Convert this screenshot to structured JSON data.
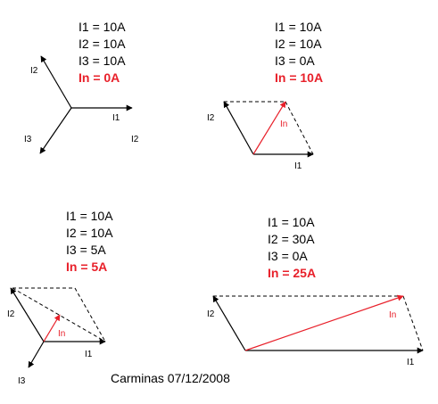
{
  "footer": "Carminas 07/12/2008",
  "colors": {
    "black": "#000000",
    "red": "#e8202a"
  },
  "diagrams": [
    {
      "id": "d1",
      "currents": [
        "I1 = 10A",
        "I2 = 10A",
        "I3 = 10A"
      ],
      "result": "In = 0A",
      "labels": {
        "I1": "I1",
        "I2": "I2",
        "I3": "I3",
        "I2_extra": "I2"
      }
    },
    {
      "id": "d2",
      "currents": [
        "I1 = 10A",
        "I2 = 10A",
        "I3 = 0A"
      ],
      "result": "In = 10A",
      "labels": {
        "I1": "I1",
        "I2": "I2",
        "In": "In"
      }
    },
    {
      "id": "d3",
      "currents": [
        "I1 = 10A",
        "I2 = 10A",
        "I3 = 5A"
      ],
      "result": "In = 5A",
      "labels": {
        "I1": "I1",
        "I2": "I2",
        "I3": "I3",
        "In": "In"
      }
    },
    {
      "id": "d4",
      "currents": [
        "I1 = 10A",
        "I2 = 30A",
        "I3 = 0A"
      ],
      "result": "In = 25A",
      "labels": {
        "I1": "I1",
        "I2": "I2",
        "In": "In"
      }
    }
  ]
}
